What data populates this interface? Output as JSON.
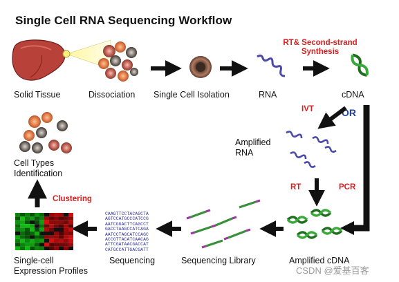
{
  "title": "Single Cell RNA Sequencing Workflow",
  "labels": {
    "solid_tissue": "Solid Tissue",
    "dissociation": "Dissociation",
    "single_cell_isolation": "Single Cell Isolation",
    "rna": "RNA",
    "cdna": "cDNA",
    "amplified_rna_line1": "Amplified",
    "amplified_rna_line2": "RNA",
    "amplified_cdna": "Amplified cDNA",
    "sequencing_library": "Sequencing Library",
    "sequencing": "Sequencing",
    "profiles_line1": "Single-cell",
    "profiles_line2": "Expression Profiles",
    "cell_types_line1": "Cell Types",
    "cell_types_line2": "Identification"
  },
  "steps": {
    "rt_second_strand_line1": "RT& Second-strand",
    "rt_second_strand_line2": "Synthesis",
    "ivt": "IVT",
    "or": "OR",
    "rt": "RT",
    "pcr": "PCR",
    "clustering": "Clustering"
  },
  "sequence_lines": [
    "CAAGTTCCTACAGCTA",
    "AGTCCATGCCCATCCG",
    "AATCGGACTTCAGCCT",
    "GACCTAAGCCATCAGA",
    "AATCCTAGCATCCAGC",
    "ACCGTTACATCAACAG",
    "ATTCGATAACGACCAT",
    "CATGCCATTGACGATT"
  ],
  "watermark": "CSDN @爱基百客",
  "colors": {
    "title": "#111111",
    "step_red": "#d81e1e",
    "or_blue": "#1f3f8f",
    "rna_purple": "#4a4aa8",
    "cdna_green": "#2e8b2e",
    "liver": "#b8413a",
    "cell_orange": "#e8834e",
    "heatmap_red": "#d01010",
    "heatmap_green": "#18b418"
  }
}
